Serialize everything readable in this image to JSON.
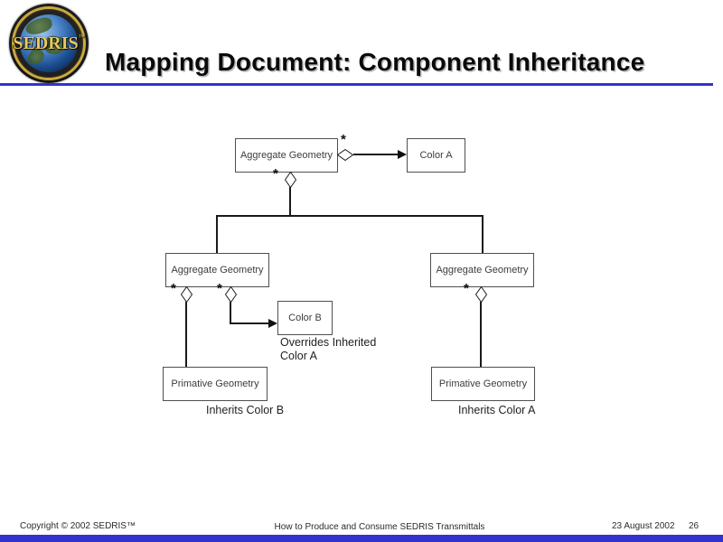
{
  "slide": {
    "title": "Mapping Document: Component Inheritance",
    "logo": {
      "text": "SEDRIS",
      "tm": "™"
    }
  },
  "diagram": {
    "multiplicity": "*",
    "nodes": {
      "ag_top": "Aggregate Geometry",
      "color_a": "Color A",
      "ag_left": "Aggregate Geometry",
      "ag_right": "Aggregate Geometry",
      "color_b": "Color B",
      "pg_left": "Primative Geometry",
      "pg_right": "Primative Geometry"
    },
    "annotations": {
      "overrides_line1": "Overrides Inherited",
      "overrides_line2": "Color A",
      "inherits_b": "Inherits Color B",
      "inherits_a": "Inherits Color A"
    }
  },
  "footer": {
    "copyright": "Copyright © 2002 SEDRIS™",
    "center": "How to Produce and Consume SEDRIS Transmittals",
    "date": "23 August 2002",
    "page": "26"
  },
  "colors": {
    "accent_line": "#3333cc",
    "bottom_bar": "#3333cc",
    "diagram_line": "#1a1a1a"
  }
}
